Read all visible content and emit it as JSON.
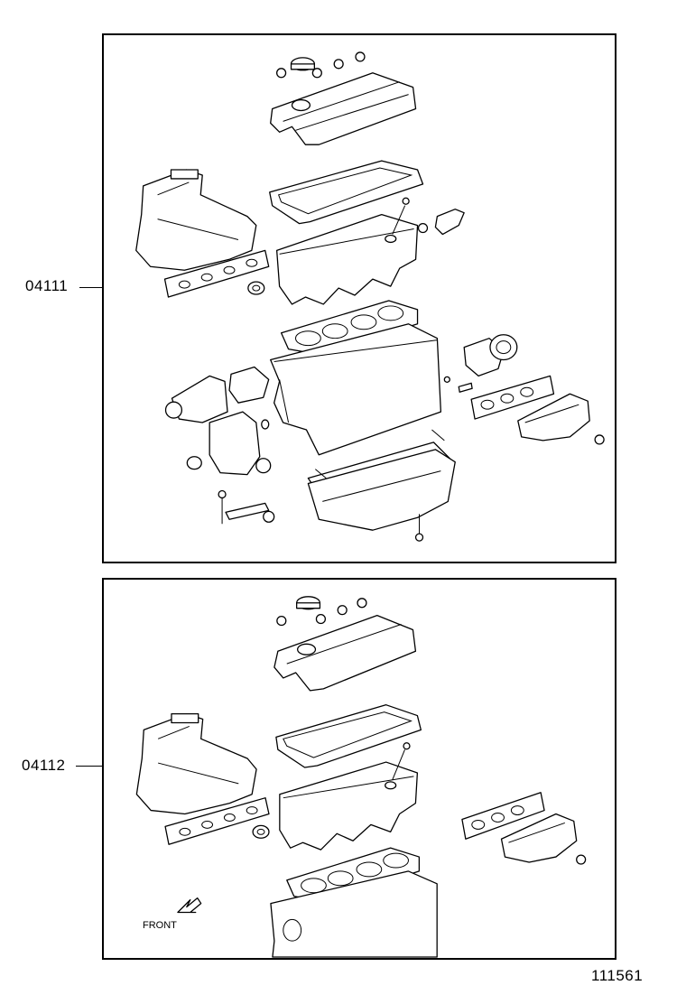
{
  "diagram": {
    "kit_top": {
      "part_number": "04111"
    },
    "kit_bottom": {
      "part_number": "04112"
    },
    "front_label": "FRONT",
    "reference_number": "111561"
  }
}
